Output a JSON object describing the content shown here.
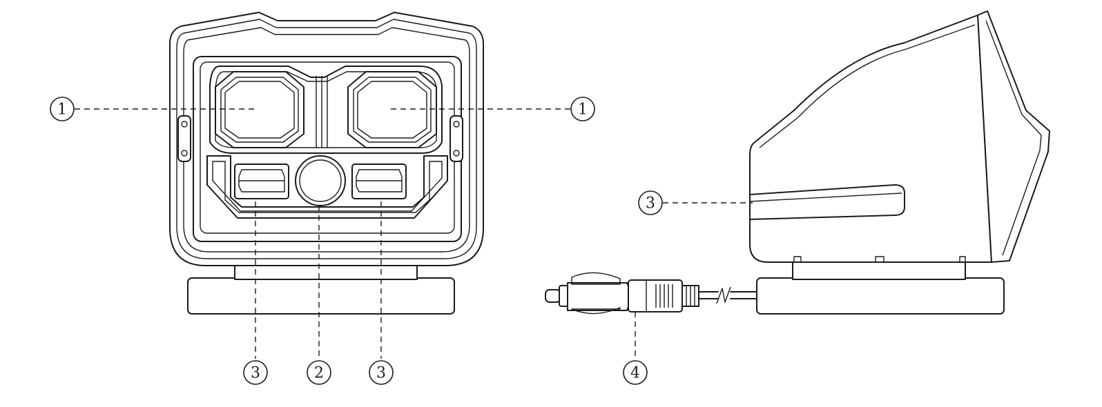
{
  "callouts": {
    "front_lamp_left": "1",
    "front_lamp_right": "1",
    "side_strip": "3",
    "front_strip_left": "3",
    "front_center": "2",
    "front_strip_right": "3",
    "plug": "4"
  },
  "colors": {
    "line": "#1a1a1a",
    "background": "#ffffff"
  }
}
